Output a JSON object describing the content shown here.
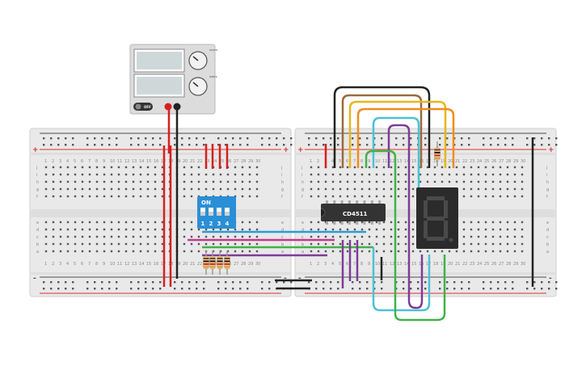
{
  "colors": {
    "board": "#e9e9e9",
    "hole": "#555555",
    "rail_red": "#e03030",
    "rail_blue": "#4a4a4a",
    "wire_red": "#d71f1f",
    "wire_black": "#222222",
    "wire_blue": "#2f9ad8",
    "wire_magenta": "#c0398e",
    "wire_green": "#43b14a",
    "wire_purple": "#7e3c98",
    "wire_yellow": "#e7b619",
    "wire_orange": "#f18c1c",
    "wire_brown": "#9a6a3d",
    "wire_cyan": "#4cc1d6",
    "dip_body": "#2a8fd6",
    "ic_body": "#333333",
    "display_body": "#2b2b2b",
    "segment_off": "#4a4a4a"
  },
  "power_supply": {
    "off_label": "OFF",
    "knob_voltage_label": "VOLTS",
    "knob_current_label": "AMPS"
  },
  "dip_switch": {
    "label": "ON",
    "numbers": [
      "1",
      "2",
      "3",
      "4"
    ]
  },
  "ic": {
    "label": "CD4511"
  },
  "breadboard_left": {
    "column_numbers": [
      "1",
      "2",
      "3",
      "4",
      "5",
      "6",
      "7",
      "8",
      "9",
      "10",
      "11",
      "12",
      "13",
      "14",
      "15",
      "16",
      "17",
      "18",
      "19",
      "20",
      "21",
      "22",
      "23",
      "24",
      "25",
      "26",
      "27",
      "28",
      "29",
      "30"
    ],
    "row_letters_top": [
      "j",
      "i",
      "h",
      "g",
      "f"
    ],
    "row_letters_bottom": [
      "e",
      "d",
      "c",
      "b",
      "a"
    ],
    "rail_plus": "+",
    "rail_minus": "-"
  },
  "breadboard_right": {
    "column_numbers": [
      "1",
      "2",
      "3",
      "4",
      "5",
      "6",
      "7",
      "8",
      "9",
      "10",
      "11",
      "12",
      "13",
      "14",
      "15",
      "16",
      "17",
      "18",
      "19",
      "20",
      "21",
      "22",
      "23",
      "24",
      "25",
      "26",
      "27",
      "28",
      "29",
      "30"
    ],
    "row_letters_top": [
      "j",
      "i",
      "h",
      "g",
      "f"
    ],
    "row_letters_bottom": [
      "e",
      "d",
      "c",
      "b",
      "a"
    ],
    "rail_plus": "+",
    "rail_minus": "-"
  }
}
